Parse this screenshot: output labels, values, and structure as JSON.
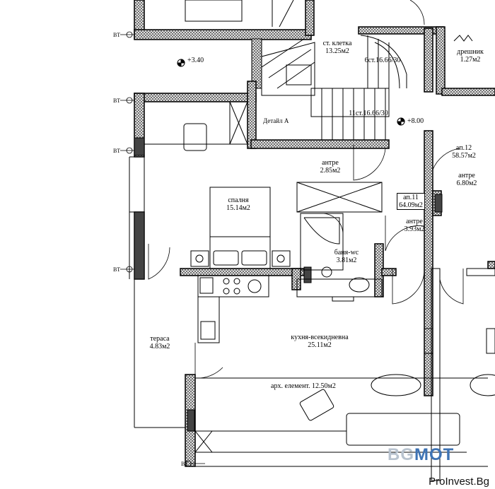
{
  "rooms": [
    {
      "key": "stairs",
      "name": "ст. клетка",
      "area": "13.25м2"
    },
    {
      "key": "chimney",
      "name": "дрешник",
      "area": "1.27м2"
    },
    {
      "key": "entry_main",
      "name": "антре",
      "area": "2.85м2"
    },
    {
      "key": "apt12",
      "name": "ап.12",
      "area": "58.57м2"
    },
    {
      "key": "entry_12",
      "name": "антре",
      "area": "6.80м2"
    },
    {
      "key": "bedroom",
      "name": "спалня",
      "area": "15.14м2"
    },
    {
      "key": "apt11",
      "name": "ап.11",
      "area": "64.09м2"
    },
    {
      "key": "entry_11",
      "name": "антре",
      "area": "3.93м2"
    },
    {
      "key": "bath",
      "name": "баня-wc",
      "area": "3.81м2"
    },
    {
      "key": "terrace",
      "name": "тераса",
      "area": "4.83м2"
    },
    {
      "key": "living",
      "name": "кухня-всекидневна",
      "area": "25.11м2"
    }
  ],
  "annotations": {
    "stair_upper": "6ст.16.66/30",
    "stair_lower": "11ст.16.66/30",
    "detail": "Детайл А",
    "level_left": "+3.40",
    "level_right": "+8.00",
    "arch_element": "арх. елемент. 12.50м2",
    "axis_marker": "ВТ"
  },
  "watermark": {
    "logo_part1": "BG",
    "logo_part2": "MOT",
    "text": "ProInvest.Bg"
  },
  "colors": {
    "wall_fill": "#444444",
    "line": "#000000",
    "watermark_blue": "#3e73b4"
  }
}
